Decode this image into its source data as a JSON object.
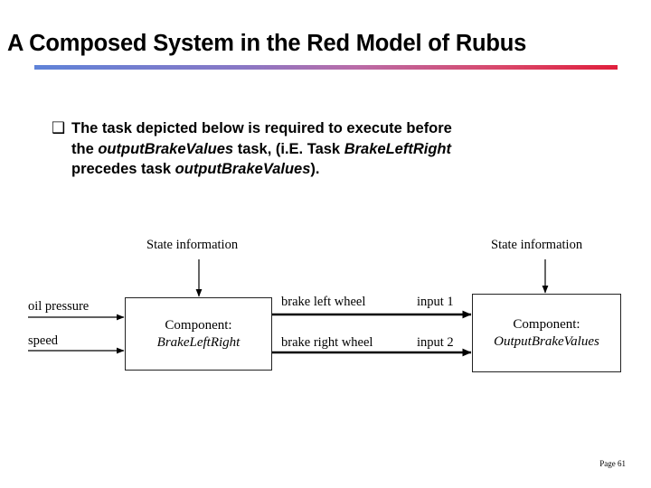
{
  "slide": {
    "title": "A Composed System in the Red Model of Rubus",
    "accent_left": "#5f83d8",
    "accent_right": "#e01f3c",
    "page_label": "Page 61"
  },
  "bullet": {
    "glyph": "❑",
    "line1": "The task depicted below is required to execute before",
    "line2_a": "the ",
    "line2_em1": "outputBrakeValues",
    "line2_b": " task, (i.E. Task ",
    "line2_em2": "BrakeLeftRight",
    "line3_a": "precedes task ",
    "line3_em1": "outputBrakeValues",
    "line3_b": ")."
  },
  "diagram": {
    "state_info_left": "State information",
    "state_info_right": "State information",
    "input_oil_pressure": "oil pressure",
    "input_speed": "speed",
    "signal_brake_left": "brake left wheel",
    "signal_brake_right": "brake right wheel",
    "port_input_1": "input 1",
    "port_input_2": "input 2",
    "left_box": {
      "kind": "Component:",
      "name": "BrakeLeftRight"
    },
    "right_box": {
      "kind": "Component:",
      "name": "OutputBrakeValues"
    }
  }
}
